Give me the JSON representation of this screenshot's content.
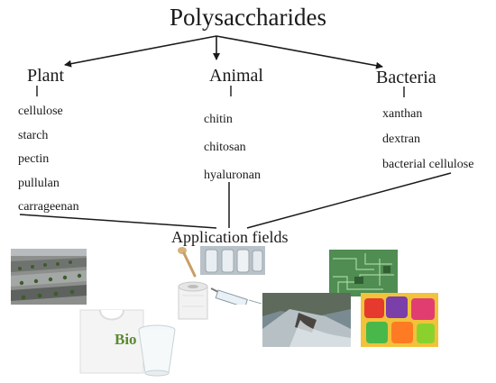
{
  "title": "Polysaccharides",
  "groups": {
    "plant": {
      "label": "Plant",
      "items": [
        "cellulose",
        "starch",
        "pectin",
        "pullulan",
        "carrageenan"
      ]
    },
    "animal": {
      "label": "Animal",
      "items": [
        "chitin",
        "chitosan",
        "hyaluronan"
      ]
    },
    "bacteria": {
      "label": "Bacteria",
      "items": [
        "xanthan",
        "dextran",
        "bacterial cellulose"
      ]
    }
  },
  "application": {
    "label": "Application fields"
  },
  "bag_text": "Bio",
  "colors": {
    "line": "#1a1a1a",
    "bio_green": "#5b8a2f"
  },
  "icons": [
    "farm-mulch-film-photo",
    "dessert-spoon-photo",
    "hydrogel-strips-photo",
    "circuit-board-photo",
    "bandage-roll-photo",
    "syringe-photo",
    "wastewater-outflow-photo",
    "jelly-cubes-photo",
    "bio-bag-photo",
    "plastic-cup-photo"
  ]
}
